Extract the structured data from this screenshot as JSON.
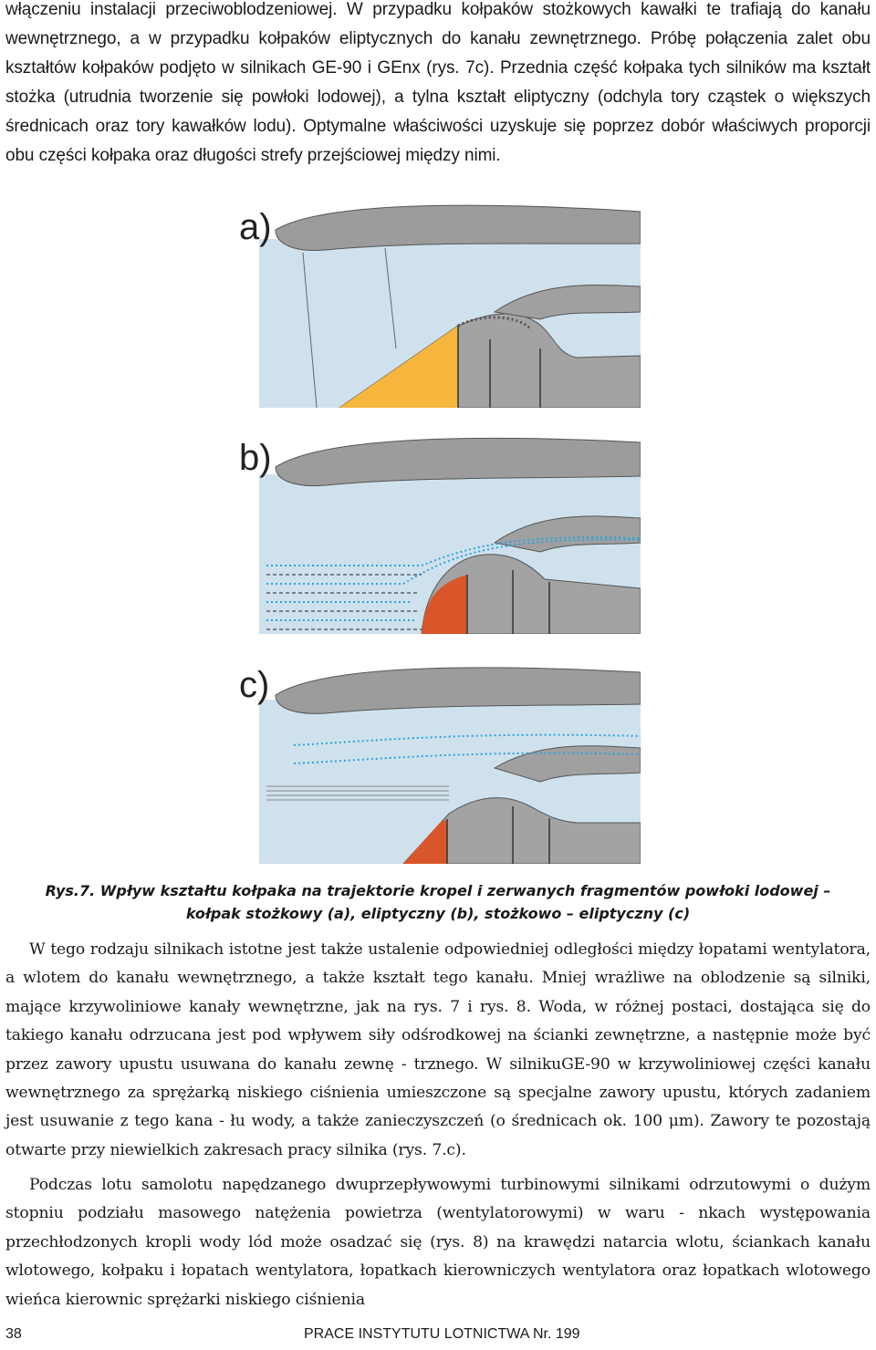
{
  "intro_paragraph": "włączeniu instalacji przeciwoblodzeniowej. W przypadku kołpaków stożkowych kawałki te trafiają do kanału wewnętrznego, a w przypadku kołpaków eliptycznych do kanału zewnętrznego. Próbę połączenia zalet obu kształtów kołpaków podjęto w silnikach GE-90 i GEnx (rys. 7c). Przednia część kołpaka tych silników ma kształt stożka (utrudnia tworzenie się powłoki lodowej), a tylna kształt eliptyczny (odchyla tory cząstek o większych średnicach oraz tory kawałków lodu). Optymalne właściwości uzyskuje się poprzez dobór właściwych proporcji obu części kołpaka oraz długości strefy przejściowej między nimi.",
  "figure": {
    "panels": [
      {
        "label": "a)",
        "spinner_color": "#f6b53c"
      },
      {
        "label": "b)",
        "spinner_color": "#d9562a"
      },
      {
        "label": "c)",
        "spinner_color": "#d9562a"
      }
    ],
    "colors": {
      "air": "#cfe1ec",
      "nacelle": "#9c9c9c",
      "blade": "#aaaaaa",
      "trajectory": "#2aa3dd"
    },
    "caption_line1": "Rys.7. Wpływ kształtu kołpaka na trajektorie kropel i zerwanych fragmentów powłoki lodowej –",
    "caption_line2": "kołpak stożkowy (a), eliptyczny (b), stożkowo – eliptyczny (c)"
  },
  "body_paragraph_1": "W tego rodzaju silnikach istotne jest także ustalenie odpowiedniej odległości między łopatami wentylatora, a wlotem do kanału wewnętrznego, a także kształt tego kanału. Mniej wrażliwe na oblodzenie są silniki, mające krzywoliniowe kanały wewnętrzne, jak na rys. 7 i rys. 8. Woda, w różnej postaci, dostająca się do takiego kanału odrzucana jest pod wpływem siły odśrodkowej na ścianki zewnętrzne, a następnie może być przez zawory upustu usuwana do kanału zewnę - trznego. W silnikuGE-90 w krzywoliniowej części kanału wewnętrznego za sprężarką niskiego ciśnienia umieszczone są specjalne zawory upustu, których zadaniem jest usuwanie z tego kana - łu wody, a także zanieczyszczeń (o średnicach ok. 100 μm). Zawory te pozostają otwarte przy niewielkich zakresach pracy silnika (rys. 7.c).",
  "body_paragraph_2": "Podczas lotu samolotu napędzanego dwuprzepływowymi turbinowymi silnikami odrzutowymi o dużym stopniu podziału masowego natężenia powietrza (wentylatorowymi) w waru - nkach występowania przechłodzonych kropli wody lód może osadzać się (rys. 8) na krawędzi natarcia wlotu, ściankach kanału wlotowego, kołpaku i łopatach wentylatora, łopatkach kierowniczych wentylatora oraz łopatkach wlotowego wieńca kierownic sprężarki niskiego ciśnienia",
  "footer": {
    "page_number": "38",
    "journal": "PRACE INSTYTUTU LOTNICTWA Nr. 199"
  }
}
